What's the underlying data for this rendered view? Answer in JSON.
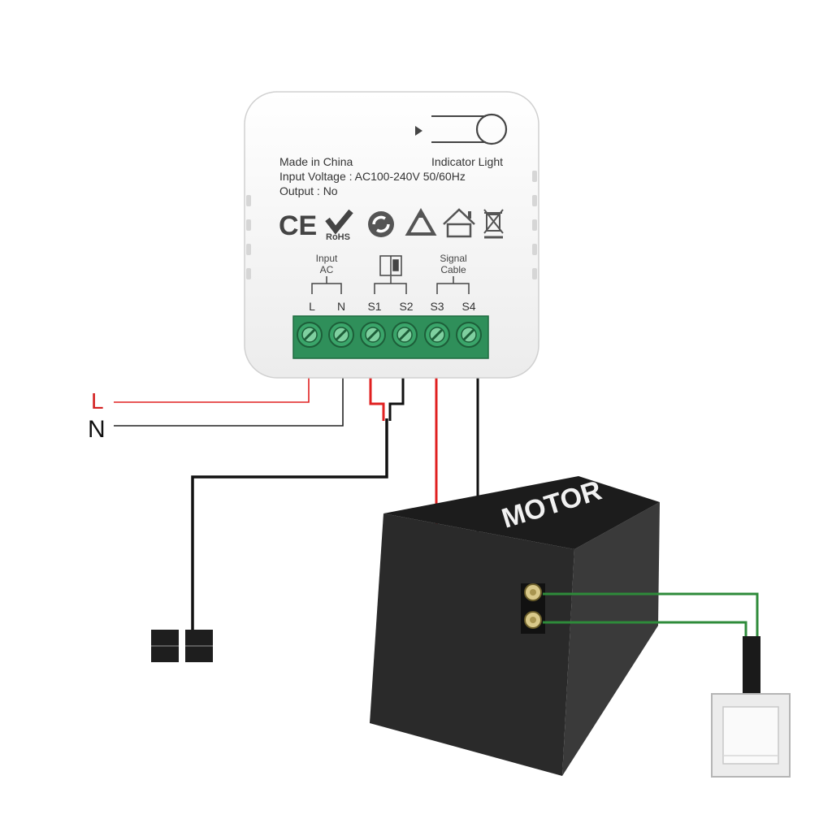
{
  "module": {
    "made_in": "Made in China",
    "indicator_light": "Indicator Light",
    "input_voltage": "Input Voltage : AC100-240V 50/60Hz",
    "output": "Output :  No",
    "rohs": "RoHS",
    "group_input_line1": "Input",
    "group_input_line2": "AC",
    "group_signal_line1": "Signal",
    "group_signal_line2": "Cable",
    "terminals": [
      "L",
      "N",
      "S1",
      "S2",
      "S3",
      "S4"
    ]
  },
  "wires": {
    "live_label": "L",
    "neutral_label": "N"
  },
  "motor": {
    "label": "MOTOR"
  },
  "colors": {
    "live": "#e02020",
    "neutral": "#111111",
    "signal": "#2e8b3a",
    "terminal_block": "#2f8f5a",
    "motor_body": "#2b2b2b"
  }
}
